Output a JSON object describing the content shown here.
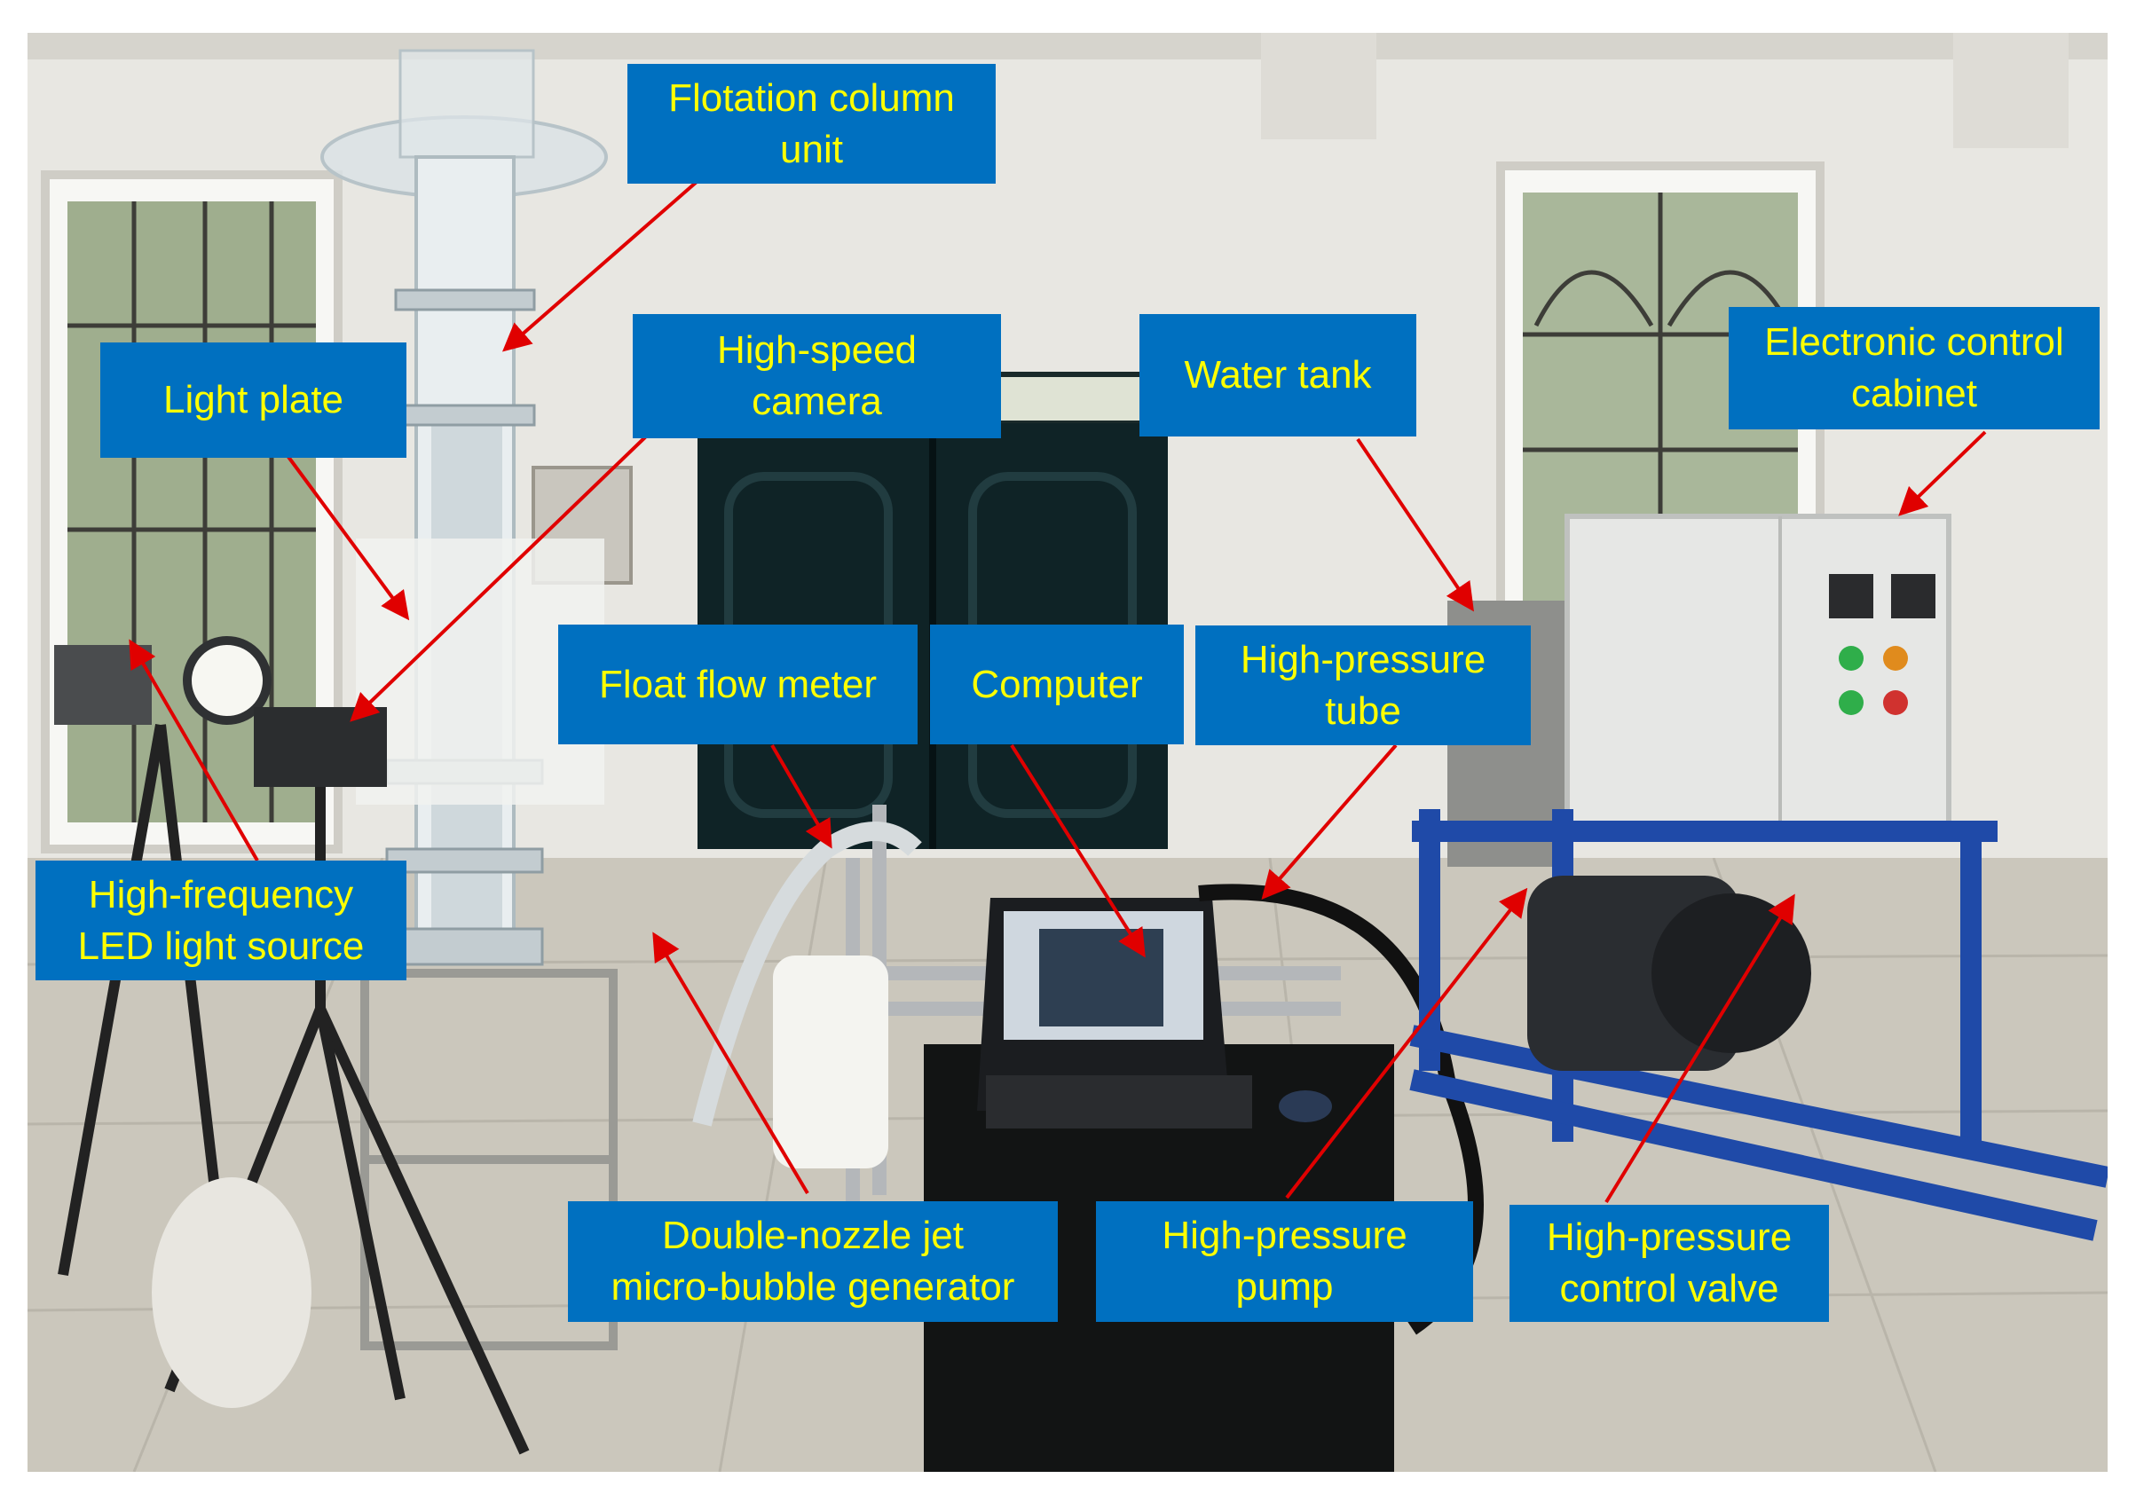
{
  "colors": {
    "label_bg": "#0070c0",
    "label_text": "#ffff00",
    "arrow": "#e00000"
  },
  "labels": {
    "flotation_column_unit": "Flotation column\nunit",
    "light_plate": "Light plate",
    "high_speed_camera": "High-speed\ncamera",
    "water_tank": "Water tank",
    "electronic_control_cabinet": "Electronic control\ncabinet",
    "float_flow_meter": "Float flow meter",
    "computer": "Computer",
    "high_pressure_tube": "High-pressure\ntube",
    "high_frequency_led_light_source": "High-frequency\nLED light source",
    "double_nozzle_jet_generator": "Double-nozzle jet\nmicro-bubble generator",
    "high_pressure_pump": "High-pressure\npump",
    "high_pressure_control_valve": "High-pressure\ncontrol valve"
  }
}
